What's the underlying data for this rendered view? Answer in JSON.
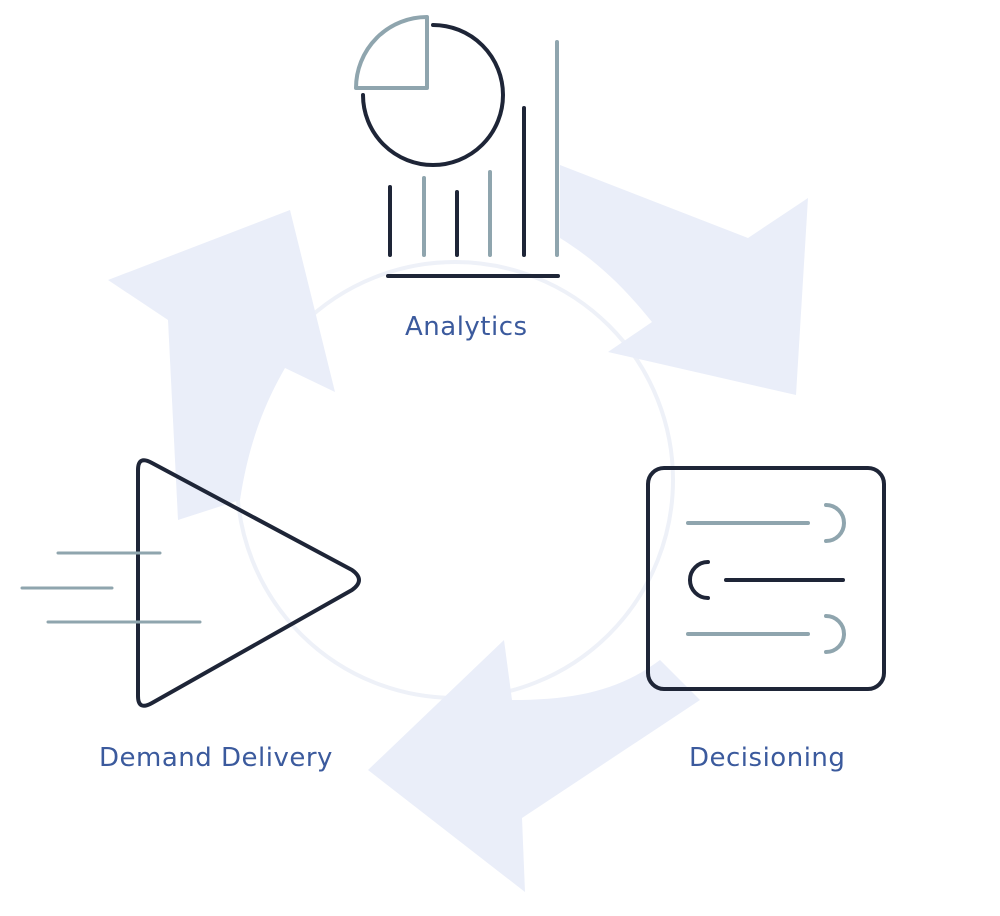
{
  "diagram": {
    "nodes": [
      {
        "id": "analytics",
        "label": "Analytics",
        "icon": "analytics-chart-icon"
      },
      {
        "id": "decisioning",
        "label": "Decisioning",
        "icon": "decision-sliders-icon"
      },
      {
        "id": "demand_delivery",
        "label": "Demand Delivery",
        "icon": "fast-play-arrow-icon"
      }
    ],
    "flow": "clockwise-cycle",
    "colors": {
      "label": "#3b5a9d",
      "arrow_fill": "#eaeef9",
      "icon_dark": "#1e2537",
      "icon_accent": "#8fa5ae"
    }
  }
}
